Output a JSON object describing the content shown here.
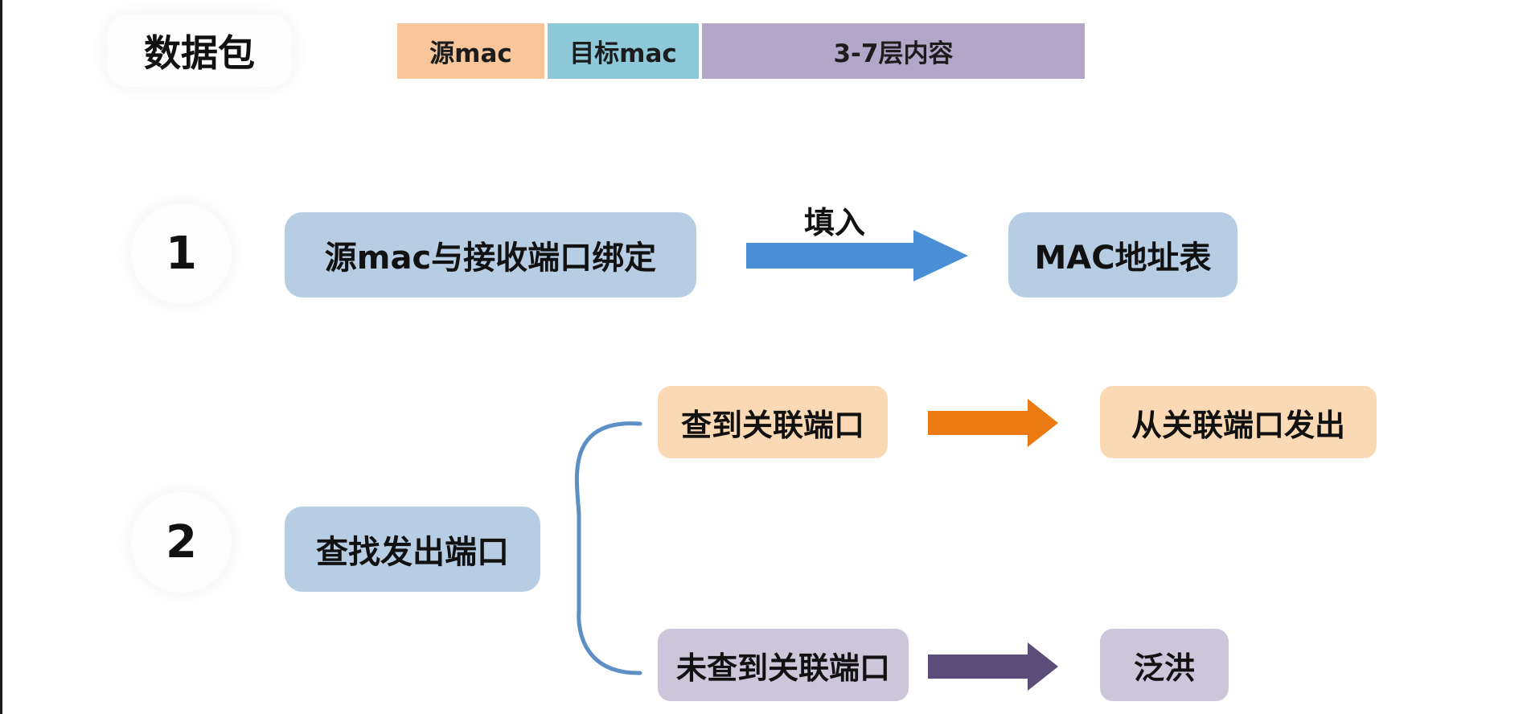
{
  "packet": {
    "title": "数据包",
    "fields": [
      {
        "label": "源mac",
        "color": "#f9c59a"
      },
      {
        "label": "目标mac",
        "color": "#8dc9d9"
      },
      {
        "label": "3-7层内容",
        "color": "#b2a6c9"
      }
    ]
  },
  "step1": {
    "number": "1",
    "action": "源mac与接收端口绑定",
    "arrow_label": "填入",
    "arrow_color": "#4a8fd6",
    "target": "MAC地址表"
  },
  "step2": {
    "number": "2",
    "action": "查找发出端口",
    "branch_color": "#5b8fc6",
    "found": {
      "condition": "查到关联端口",
      "arrow_color": "#ec7a12",
      "result": "从关联端口发出"
    },
    "not_found": {
      "condition": "未查到关联端口",
      "arrow_color": "#5b4d7a",
      "result": "泛洪"
    }
  }
}
